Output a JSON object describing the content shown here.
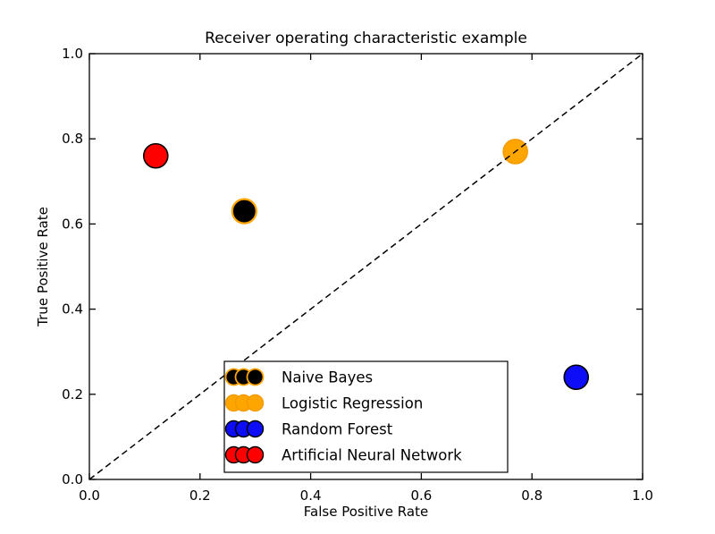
{
  "figure": {
    "background": "#ffffff",
    "axes_edge_color": "#000000"
  },
  "chart_data": {
    "type": "scatter",
    "title": "Receiver operating characteristic example",
    "xlabel": "False Positive Rate",
    "ylabel": "True Positive Rate",
    "xlim": [
      0.0,
      1.0
    ],
    "ylim": [
      0.0,
      1.0
    ],
    "xtick_labels": [
      "0.0",
      "0.2",
      "0.4",
      "0.6",
      "0.8",
      "1.0"
    ],
    "ytick_labels": [
      "0.0",
      "0.2",
      "0.4",
      "0.6",
      "0.8",
      "1.0"
    ],
    "grid": false,
    "reference_line": {
      "type": "diagonal",
      "from": [
        0.0,
        0.0
      ],
      "to": [
        1.0,
        1.0
      ],
      "style": "dashed",
      "color": "#000000"
    },
    "legend": {
      "position": "lower center-left inside axes",
      "markers_per_entry": 3,
      "border_color": "#000000",
      "background": "#ffffff"
    },
    "series": [
      {
        "name": "Naive Bayes",
        "x": [
          0.28
        ],
        "y": [
          0.63
        ],
        "marker": "circle",
        "fill": "#000000",
        "edge": "#FFA500"
      },
      {
        "name": "Logistic Regression",
        "x": [
          0.77
        ],
        "y": [
          0.77
        ],
        "marker": "circle",
        "fill": "#FFA500",
        "edge": "#F49B00"
      },
      {
        "name": "Random Forest",
        "x": [
          0.88
        ],
        "y": [
          0.24
        ],
        "marker": "circle",
        "fill": "#0D0DF8",
        "edge": "#000000"
      },
      {
        "name": "Artificial Neural Network",
        "x": [
          0.12
        ],
        "y": [
          0.76
        ],
        "marker": "circle",
        "fill": "#FF0000",
        "edge": "#000000"
      }
    ]
  }
}
